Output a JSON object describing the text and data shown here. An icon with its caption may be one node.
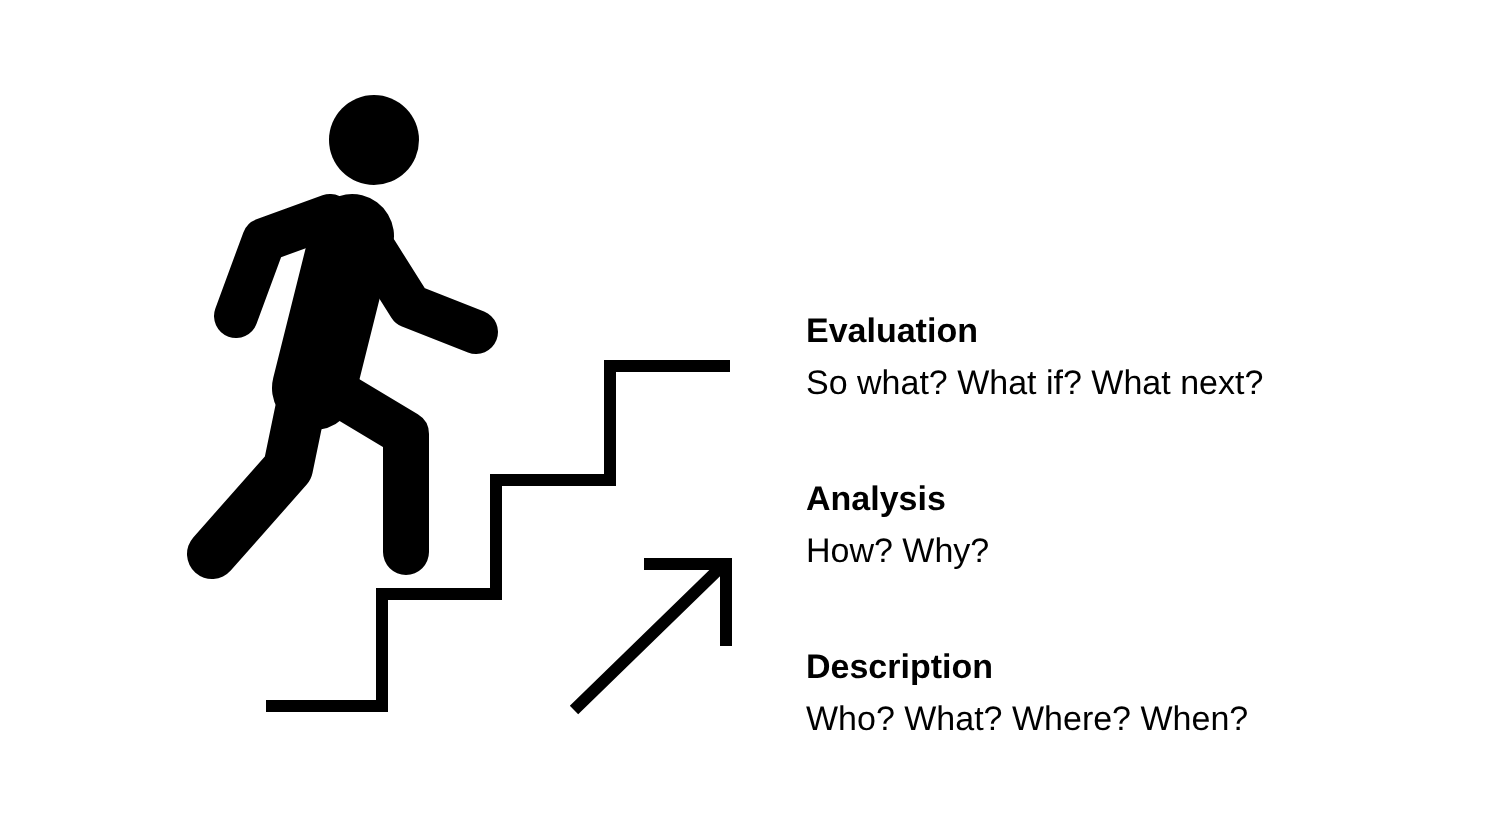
{
  "diagram": {
    "labels": [
      "Evaluation",
      "So what? What if? What next?",
      "Analysis",
      "How? Why?",
      "Description",
      "Who? What? Where? When?"
    ]
  }
}
